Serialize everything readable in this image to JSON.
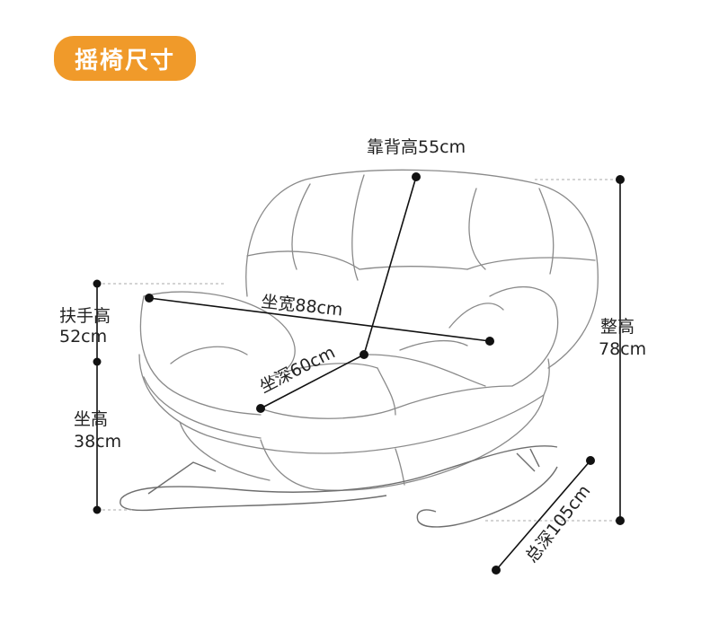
{
  "title": "摇椅尺寸",
  "dimensions": {
    "back_height": "靠背高55cm",
    "seat_width": "坐宽88cm",
    "seat_depth": "坐深60cm",
    "armrest_height_label": "扶手高",
    "armrest_height_value": "52cm",
    "seat_height_label": "坐高",
    "seat_height_value": "38cm",
    "total_height_label": "整高",
    "total_height_value": "78cm",
    "total_depth": "总深105cm"
  }
}
